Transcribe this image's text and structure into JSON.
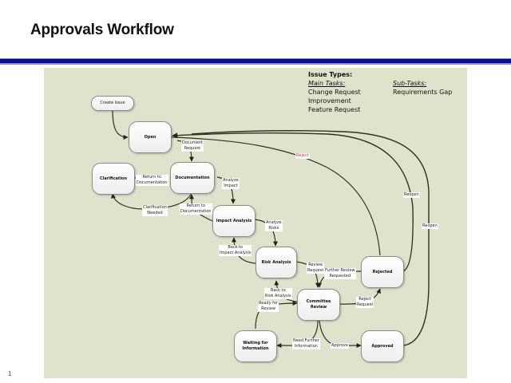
{
  "header": {
    "title": "Approvals Workflow",
    "rule_color": "#0a0a8c"
  },
  "page_number": "1",
  "panel_color": "#dfe3cb",
  "legend": {
    "heading": "Issue Types:",
    "main_tasks_label": "Main Tasks:",
    "main_tasks": [
      "Change Request",
      "Improvement",
      "Feature Request"
    ],
    "sub_tasks_label": "Sub-Tasks:",
    "sub_tasks": [
      "Requirements Gap"
    ]
  },
  "nodes": {
    "create_issue": "Create Issue",
    "open": "Open",
    "clarification": "Clarification",
    "documentation": "Documentation",
    "impact_analysis": "Impact Analysis",
    "risk_analysis": "Risk Analysis",
    "committee_review_1": "Committee",
    "committee_review_2": "Review",
    "rejected": "Rejected",
    "waiting_1": "Waiting for",
    "waiting_2": "Information",
    "approved": "Approved"
  },
  "transitions": {
    "document_request_1": "Document",
    "document_request_2": "Request",
    "reject": "Reject",
    "return_to_doc_a_1": "Return to",
    "return_to_doc_a_2": "Documentation",
    "clarification_needed_1": "Clarification",
    "clarification_needed_2": "Needed",
    "analyze_impact_1": "Analyze",
    "analyze_impact_2": "Impact",
    "return_to_doc_b_1": "Return to",
    "return_to_doc_b_2": "Documentation",
    "analyze_risks_1": "Analyze",
    "analyze_risks_2": "Risks",
    "back_to_impact_1": "Back to",
    "back_to_impact_2": "Impact Analysis",
    "review_request_1": "Review",
    "review_request_2": "Request",
    "further_review_1": "Further Review",
    "further_review_2": "Requested",
    "back_to_risk_1": "Back to",
    "back_to_risk_2": "Risk Analysis",
    "ready_for_review_1": "Ready for",
    "ready_for_review_2": "Review",
    "reject_request_1": "Reject",
    "reject_request_2": "Request",
    "need_further_info_1": "Need Further",
    "need_further_info_2": "Information",
    "approve": "Approve",
    "reopen_a": "Reopen",
    "reopen_b": "Reopen"
  }
}
